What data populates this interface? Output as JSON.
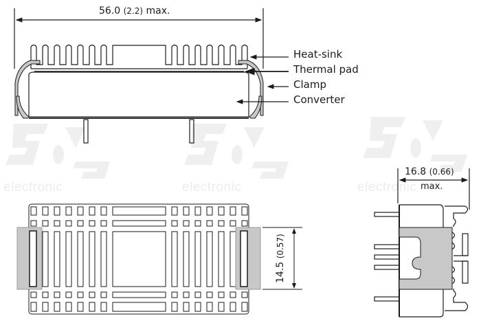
{
  "drawing": {
    "watermark": {
      "logo": "SOS",
      "text": "electronic"
    },
    "side_view": {
      "width_dimension": {
        "value": "56.0",
        "imperial": "(2.2)",
        "suffix": "max."
      },
      "callouts": [
        {
          "label": "Heat-sink"
        },
        {
          "label": "Thermal pad"
        },
        {
          "label": "Clamp"
        },
        {
          "label": "Converter"
        }
      ]
    },
    "bottom_view": {
      "height_dimension": {
        "value": "14.5",
        "imperial": "(0.57)"
      }
    },
    "end_view": {
      "depth_dimension": {
        "value": "16.8",
        "imperial": "(0.66)",
        "suffix": "max."
      }
    },
    "colors": {
      "line": "#1a1a1a",
      "clamp_fill": "#c8c8c8",
      "watermark": "#ececec"
    }
  }
}
